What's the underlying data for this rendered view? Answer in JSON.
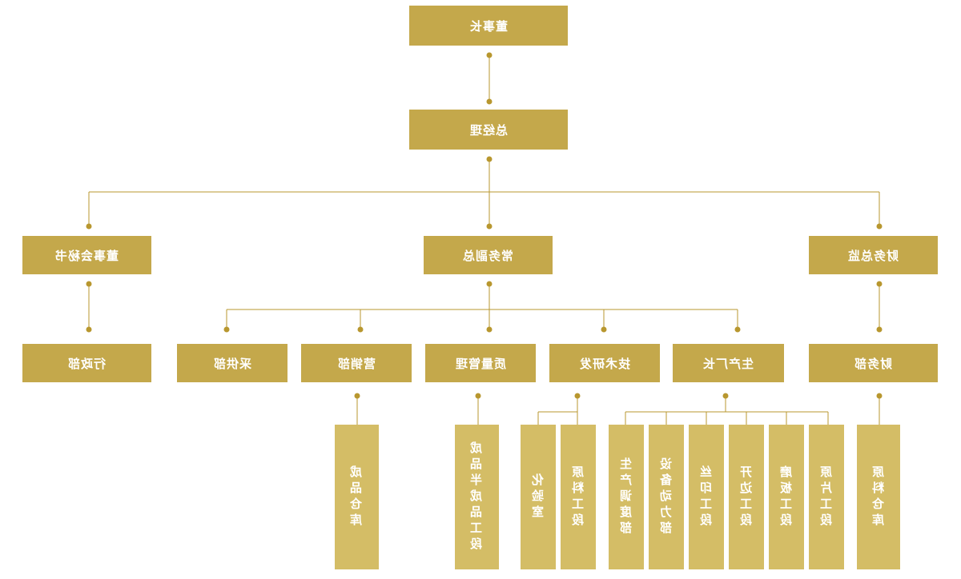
{
  "colors": {
    "box": "#c4a84b",
    "box_light": "#d4bd66",
    "line": "#b8972f",
    "text": "#ffffff"
  },
  "org": {
    "chairman": "董事长",
    "general_manager": "总经理",
    "board_secretary": "董事会秘书",
    "executive_vp": "常务副总",
    "cfo": "财务总监",
    "admin_dept": "行政部",
    "procurement_dept": "采供部",
    "marketing_dept": "营销部",
    "quality_mgmt": "质量管理",
    "tech_rd": "技术研发",
    "production_director": "生产厂长",
    "finance_dept": "财务部",
    "finished_goods_warehouse": "成品仓库",
    "semi_finished_section": "成品半成品工段",
    "lab": "化验室",
    "raw_material_section": "原料工段",
    "production_dispatch": "生产调度部",
    "equipment_power": "设备动力部",
    "silk_print_section": "丝印工段",
    "edging_section": "开边工段",
    "grinding_section": "磨板工段",
    "raw_sheet_section": "原片工段",
    "raw_material_warehouse": "原料仓库"
  }
}
